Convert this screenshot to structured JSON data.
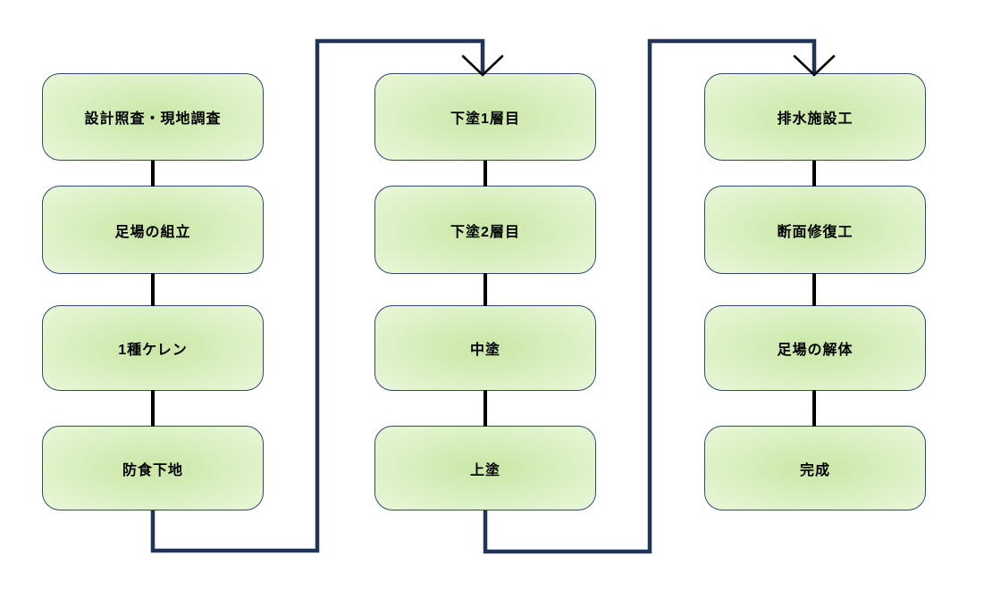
{
  "diagram": {
    "type": "flowchart",
    "columns": [
      {
        "id": "column-1",
        "boxes": [
          "設計照査・現地調査",
          "足場の組立",
          "1種ケレン",
          "防食下地"
        ]
      },
      {
        "id": "column-2",
        "boxes": [
          "下塗1層目",
          "下塗2層目",
          "中塗",
          "上塗"
        ]
      },
      {
        "id": "column-3",
        "boxes": [
          "排水施設工",
          "断面修復工",
          "足場の解体",
          "完成"
        ]
      }
    ],
    "flow_connections": [
      {
        "from": "防食下地",
        "to": "下塗1層目",
        "style": "wrap-around-arrow"
      },
      {
        "from": "上塗",
        "to": "排水施設工",
        "style": "wrap-around-arrow"
      }
    ],
    "colors": {
      "background": "#ffffff",
      "box_fill_center": "#c9e7a5",
      "box_fill_mid": "#daf0c2",
      "box_fill_edge": "#eaf7da",
      "box_border": "#2e4a6e",
      "connector": "#1f3457",
      "inter_box_connector": "#000000",
      "arrowhead": "#000000"
    }
  }
}
